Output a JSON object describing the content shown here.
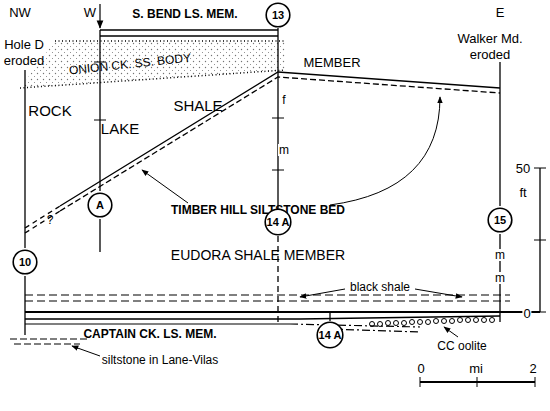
{
  "diagram": {
    "nodes": [
      {
        "text": [
          "13"
        ]
      },
      {
        "text": [
          "A"
        ]
      },
      {
        "text": [
          "14 A"
        ]
      },
      {
        "text": [
          "15"
        ]
      },
      {
        "text": [
          "10"
        ]
      },
      {
        "text": [
          "14 A"
        ]
      }
    ],
    "labels": [
      "NW",
      "W",
      "E",
      "Hole D",
      "eroded",
      "S. BEND LS. MEM.",
      "ONION CK. SS. BODY",
      "ROCK",
      "LAKE",
      "SHALE",
      "MEMBER",
      "Walker Md.",
      "eroded",
      "f",
      "m",
      "?",
      "TIMBER HILL SILTSTONE BED",
      "50",
      "ft",
      "EUDORA SHALE MEMBER",
      "m",
      "m",
      "black shale",
      "0",
      "CAPTAIN CK. LS. MEM.",
      "siltstone in Lane-Vilas",
      "CC oolite",
      "0",
      "mi",
      "2"
    ]
  }
}
